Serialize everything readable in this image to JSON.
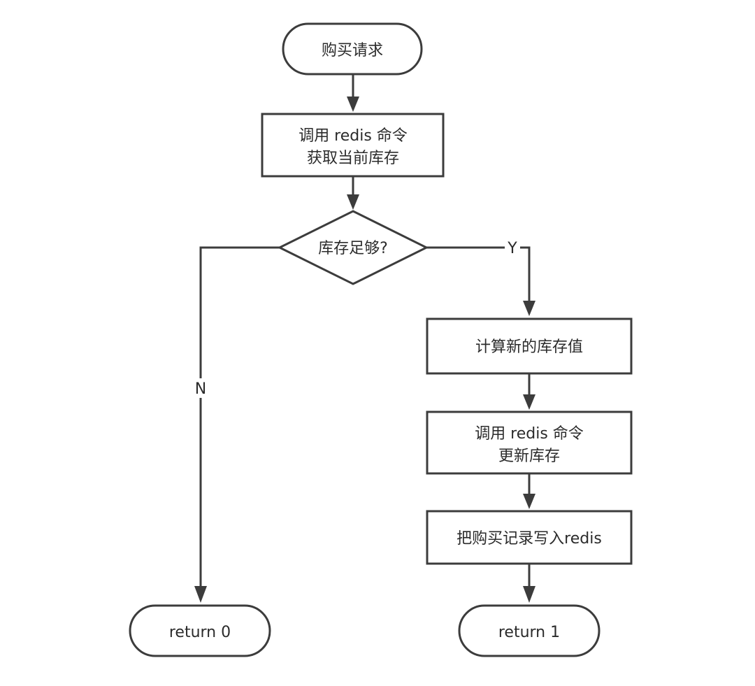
{
  "nodes": {
    "start": "购买请求",
    "get_stock_line1": "调用 redis 命令",
    "get_stock_line2": "获取当前库存",
    "decision": "库存足够?",
    "compute": "计算新的库存值",
    "update_line1": "调用 redis 命令",
    "update_line2": "更新库存",
    "write_record": "把购买记录写入redis",
    "return0": "return 0",
    "return1": "return 1"
  },
  "edges": {
    "yes_label": "Y",
    "no_label": "N"
  },
  "colors": {
    "stroke": "#3c3c3c",
    "text": "#2b2b2b",
    "background": "#ffffff"
  }
}
